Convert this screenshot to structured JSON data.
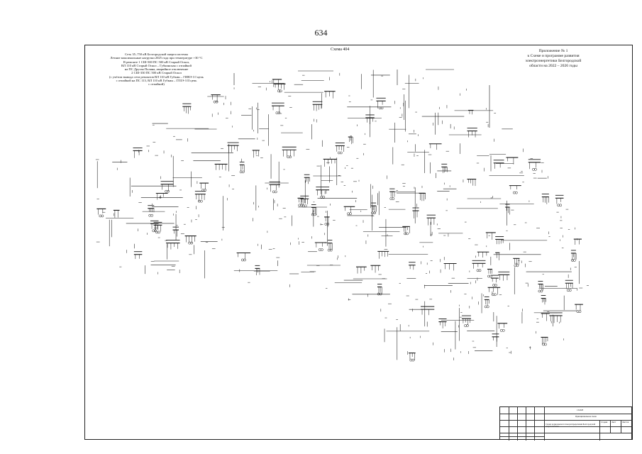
{
  "page": {
    "number": "634"
  },
  "scheme": {
    "title": "Схема 404",
    "left_note": [
      "Сеть 35–750 кВ Белгородской энергосистемы",
      "Летние максимальные нагрузки 2025 года при температуре +30 °С",
      "В ремонте 1 СШ-500 ПС 500 кВ Старый Оскол,",
      "ВЛ 110 кВ Старый Оскол – Губкинская с отпайкой",
      "на ПС Другая Поляна, аварийное отключение",
      "2 СШ-330 ПС 500 кВ Старый Оскол",
      "(с учётом вывода сети ремонтов ВЛ 110 кВ Губкин – ГИВЭ-3 I цепь",
      "с отпайкой на ПС 113, ВЛ 110 кВ Губкин – ГЛЗЭ-3 II цепь",
      "с отпайкой)"
    ],
    "right_note": [
      "Приложение № 1",
      "к Схеме и программе развития",
      "электроэнергетики Белгородской",
      "области на 2022 – 2026 годы"
    ]
  },
  "title_block": {
    "doc_code": "13432Р",
    "title_line": "Принципиальная схема",
    "description": "Схема нормальная потокораспределения Белгородской энергосистемы",
    "stage_label": "Стадия",
    "sheet_label": "Лист",
    "sheets_label": "Листов"
  }
}
